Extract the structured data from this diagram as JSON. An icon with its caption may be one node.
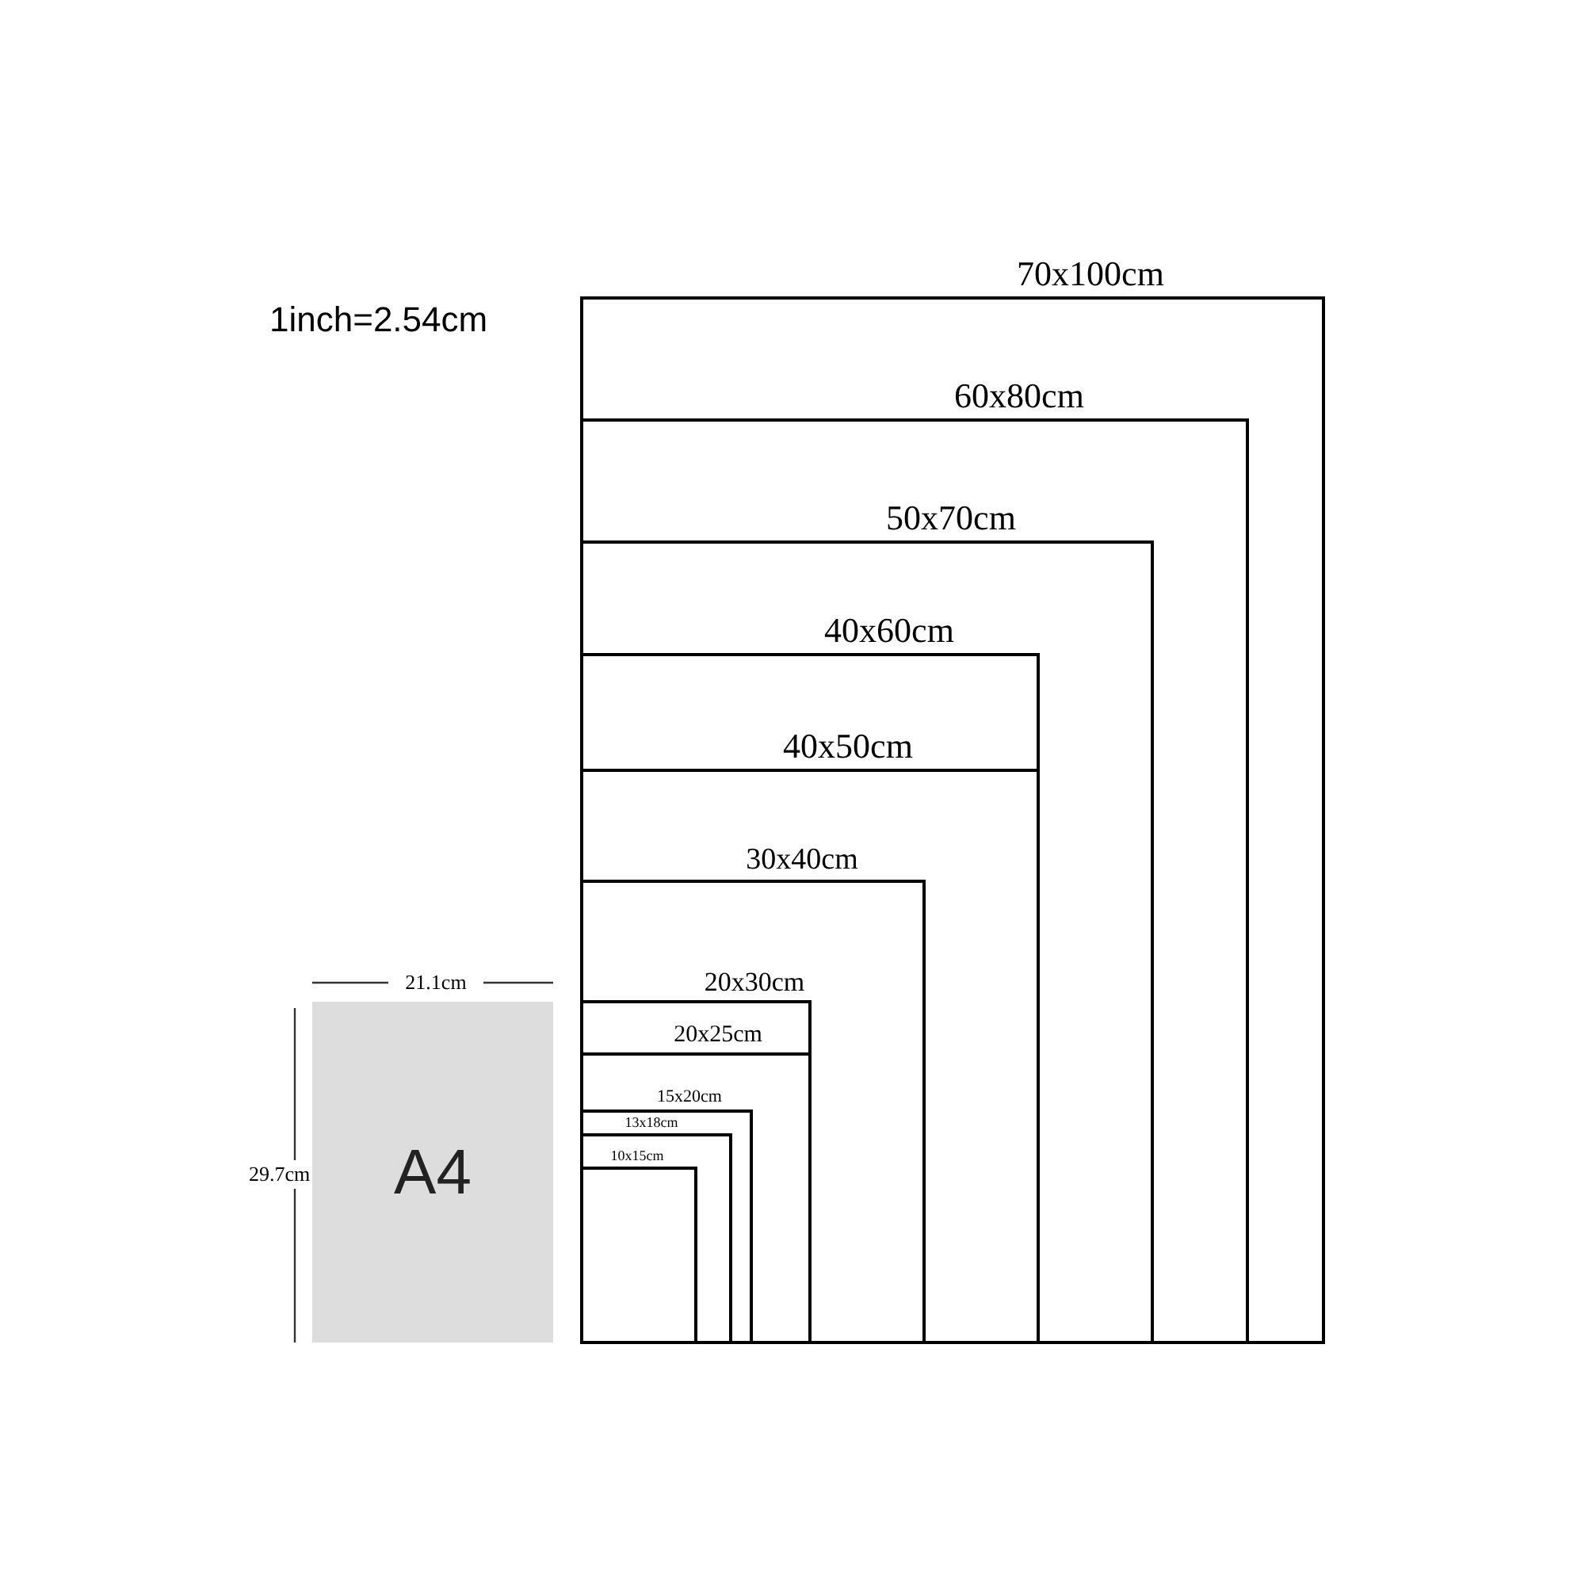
{
  "diagram": {
    "nodes": [
      {
        "text": [
          "70x100cm"
        ]
      },
      {
        "text": [
          "60x80cm"
        ],
        "in": 0
      },
      {
        "text": [
          "50x70cm"
        ],
        "in": 1
      },
      {
        "text": [
          "40x60cm"
        ],
        "in": 2
      },
      {
        "text": [
          "40x50cm"
        ],
        "in": 3
      },
      {
        "text": [
          "30x40cm"
        ],
        "in": 4
      },
      {
        "text": [
          "20x30cm"
        ],
        "in": 5
      },
      {
        "text": [
          "20x25cm"
        ],
        "in": 6
      },
      {
        "text": [
          "15x20cm"
        ],
        "in": 7
      },
      {
        "text": [
          "13x18cm"
        ],
        "in": 8
      },
      {
        "text": [
          "10x15cm"
        ],
        "in": 9
      },
      {
        "text": [
          "A4"
        ],
        "beside": [
          "21.1cm",
          "29.7cm"
        ]
      }
    ],
    "labels": [
      "1inch=2.54cm"
    ]
  }
}
